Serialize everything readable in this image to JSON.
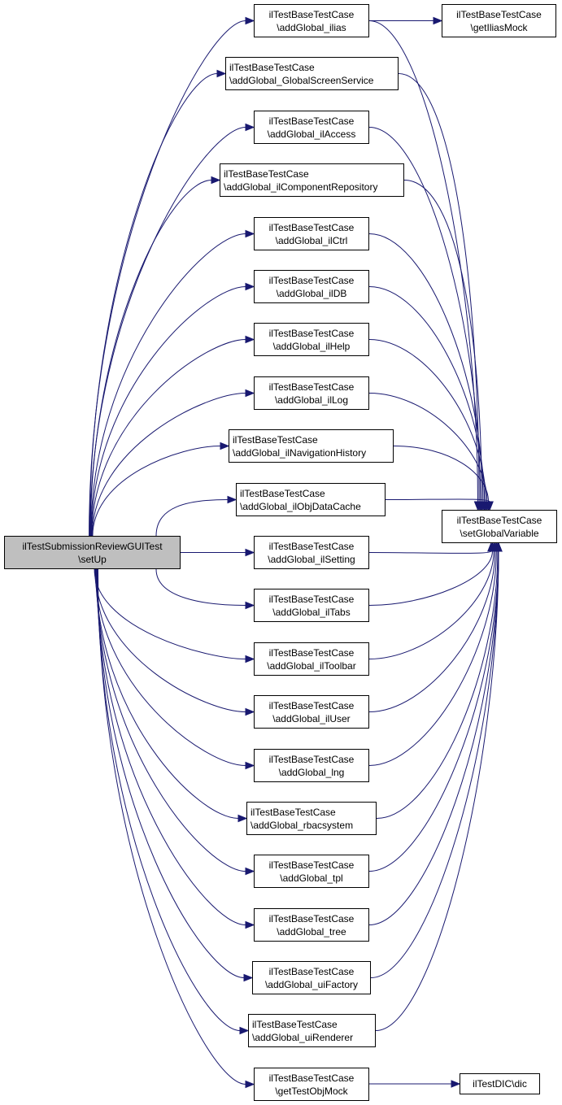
{
  "colors": {
    "edge": "#191970",
    "root_fill": "#bfbfbf",
    "node_fill": "#ffffff",
    "border": "#000000"
  },
  "nodes": {
    "root": {
      "line1": "ilTestSubmissionReviewGUITest",
      "line2": "\\setUp"
    },
    "setGlobalVariable": {
      "line1": "ilTestBaseTestCase",
      "line2": "\\setGlobalVariable"
    },
    "getIliasMock": {
      "line1": "ilTestBaseTestCase",
      "line2": "\\getIliasMock"
    },
    "dic": {
      "line1": "ilTestDIC\\dic"
    },
    "middle": [
      {
        "id": "addGlobal_ilias",
        "line1": "ilTestBaseTestCase",
        "line2": "\\addGlobal_ilias"
      },
      {
        "id": "addGlobal_GlobalScreenService",
        "line1": "ilTestBaseTestCase",
        "line2": "\\addGlobal_GlobalScreenService"
      },
      {
        "id": "addGlobal_ilAccess",
        "line1": "ilTestBaseTestCase",
        "line2": "\\addGlobal_ilAccess"
      },
      {
        "id": "addGlobal_ilComponentRepository",
        "line1": "ilTestBaseTestCase",
        "line2": "\\addGlobal_ilComponentRepository"
      },
      {
        "id": "addGlobal_ilCtrl",
        "line1": "ilTestBaseTestCase",
        "line2": "\\addGlobal_ilCtrl"
      },
      {
        "id": "addGlobal_ilDB",
        "line1": "ilTestBaseTestCase",
        "line2": "\\addGlobal_ilDB"
      },
      {
        "id": "addGlobal_ilHelp",
        "line1": "ilTestBaseTestCase",
        "line2": "\\addGlobal_ilHelp"
      },
      {
        "id": "addGlobal_ilLog",
        "line1": "ilTestBaseTestCase",
        "line2": "\\addGlobal_ilLog"
      },
      {
        "id": "addGlobal_ilNavigationHistory",
        "line1": "ilTestBaseTestCase",
        "line2": "\\addGlobal_ilNavigationHistory"
      },
      {
        "id": "addGlobal_ilObjDataCache",
        "line1": "ilTestBaseTestCase",
        "line2": "\\addGlobal_ilObjDataCache"
      },
      {
        "id": "addGlobal_ilSetting",
        "line1": "ilTestBaseTestCase",
        "line2": "\\addGlobal_ilSetting"
      },
      {
        "id": "addGlobal_ilTabs",
        "line1": "ilTestBaseTestCase",
        "line2": "\\addGlobal_ilTabs"
      },
      {
        "id": "addGlobal_ilToolbar",
        "line1": "ilTestBaseTestCase",
        "line2": "\\addGlobal_ilToolbar"
      },
      {
        "id": "addGlobal_ilUser",
        "line1": "ilTestBaseTestCase",
        "line2": "\\addGlobal_ilUser"
      },
      {
        "id": "addGlobal_lng",
        "line1": "ilTestBaseTestCase",
        "line2": "\\addGlobal_lng"
      },
      {
        "id": "addGlobal_rbacsystem",
        "line1": "ilTestBaseTestCase",
        "line2": "\\addGlobal_rbacsystem"
      },
      {
        "id": "addGlobal_tpl",
        "line1": "ilTestBaseTestCase",
        "line2": "\\addGlobal_tpl"
      },
      {
        "id": "addGlobal_tree",
        "line1": "ilTestBaseTestCase",
        "line2": "\\addGlobal_tree"
      },
      {
        "id": "addGlobal_uiFactory",
        "line1": "ilTestBaseTestCase",
        "line2": "\\addGlobal_uiFactory"
      },
      {
        "id": "addGlobal_uiRenderer",
        "line1": "ilTestBaseTestCase",
        "line2": "\\addGlobal_uiRenderer"
      },
      {
        "id": "getTestObjMock",
        "line1": "ilTestBaseTestCase",
        "line2": "\\getTestObjMock"
      }
    ]
  },
  "edges": [
    {
      "from": "root",
      "to": "addGlobal_ilias"
    },
    {
      "from": "root",
      "to": "addGlobal_GlobalScreenService"
    },
    {
      "from": "root",
      "to": "addGlobal_ilAccess"
    },
    {
      "from": "root",
      "to": "addGlobal_ilComponentRepository"
    },
    {
      "from": "root",
      "to": "addGlobal_ilCtrl"
    },
    {
      "from": "root",
      "to": "addGlobal_ilDB"
    },
    {
      "from": "root",
      "to": "addGlobal_ilHelp"
    },
    {
      "from": "root",
      "to": "addGlobal_ilLog"
    },
    {
      "from": "root",
      "to": "addGlobal_ilNavigationHistory"
    },
    {
      "from": "root",
      "to": "addGlobal_ilObjDataCache"
    },
    {
      "from": "root",
      "to": "addGlobal_ilSetting"
    },
    {
      "from": "root",
      "to": "addGlobal_ilTabs"
    },
    {
      "from": "root",
      "to": "addGlobal_ilToolbar"
    },
    {
      "from": "root",
      "to": "addGlobal_ilUser"
    },
    {
      "from": "root",
      "to": "addGlobal_lng"
    },
    {
      "from": "root",
      "to": "addGlobal_rbacsystem"
    },
    {
      "from": "root",
      "to": "addGlobal_tpl"
    },
    {
      "from": "root",
      "to": "addGlobal_tree"
    },
    {
      "from": "root",
      "to": "addGlobal_uiFactory"
    },
    {
      "from": "root",
      "to": "addGlobal_uiRenderer"
    },
    {
      "from": "root",
      "to": "getTestObjMock"
    },
    {
      "from": "addGlobal_ilias",
      "to": "getIliasMock"
    },
    {
      "from": "addGlobal_ilias",
      "to": "setGlobalVariable"
    },
    {
      "from": "addGlobal_GlobalScreenService",
      "to": "setGlobalVariable"
    },
    {
      "from": "addGlobal_ilAccess",
      "to": "setGlobalVariable"
    },
    {
      "from": "addGlobal_ilComponentRepository",
      "to": "setGlobalVariable"
    },
    {
      "from": "addGlobal_ilCtrl",
      "to": "setGlobalVariable"
    },
    {
      "from": "addGlobal_ilDB",
      "to": "setGlobalVariable"
    },
    {
      "from": "addGlobal_ilHelp",
      "to": "setGlobalVariable"
    },
    {
      "from": "addGlobal_ilLog",
      "to": "setGlobalVariable"
    },
    {
      "from": "addGlobal_ilNavigationHistory",
      "to": "setGlobalVariable"
    },
    {
      "from": "addGlobal_ilObjDataCache",
      "to": "setGlobalVariable"
    },
    {
      "from": "addGlobal_ilSetting",
      "to": "setGlobalVariable"
    },
    {
      "from": "addGlobal_ilTabs",
      "to": "setGlobalVariable"
    },
    {
      "from": "addGlobal_ilToolbar",
      "to": "setGlobalVariable"
    },
    {
      "from": "addGlobal_ilUser",
      "to": "setGlobalVariable"
    },
    {
      "from": "addGlobal_lng",
      "to": "setGlobalVariable"
    },
    {
      "from": "addGlobal_rbacsystem",
      "to": "setGlobalVariable"
    },
    {
      "from": "addGlobal_tpl",
      "to": "setGlobalVariable"
    },
    {
      "from": "addGlobal_tree",
      "to": "setGlobalVariable"
    },
    {
      "from": "addGlobal_uiFactory",
      "to": "setGlobalVariable"
    },
    {
      "from": "addGlobal_uiRenderer",
      "to": "setGlobalVariable"
    },
    {
      "from": "getTestObjMock",
      "to": "dic"
    }
  ]
}
